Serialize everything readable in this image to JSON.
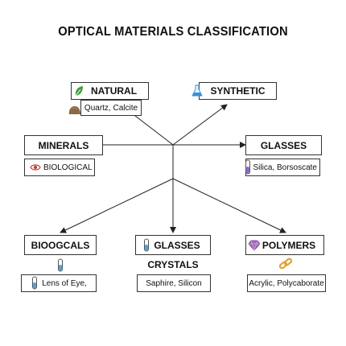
{
  "title": "OPTICAL MATERIALS CLASSIFICATION",
  "nodes": {
    "natural": {
      "label": "NATURAL",
      "example": "Quartz, Calcite"
    },
    "synthetic": {
      "label": "SYNTHETIC"
    },
    "minerals": {
      "label": "MINERALS",
      "subitem": "BIOLOGICAL"
    },
    "glasses_right": {
      "label": "GLASSES",
      "example": "Silica, Borsoscate"
    },
    "bioogcals": {
      "label": "BIOOGCALS",
      "example": "Lens of Eye,"
    },
    "glasses_bottom": {
      "label": "GLASSES",
      "sublabel": "CRYSTALS",
      "example": "Saphire, Silicon"
    },
    "polymers": {
      "label": "POLYMERS",
      "example": "Acrylic, Polycaborate"
    }
  },
  "icons": {
    "natural": "leaf-icon",
    "natural_example": "rock-icon",
    "synthetic": "flask-icon",
    "minerals_sub": "eye-icon",
    "glasses_right_example": "test-tube-icon",
    "bioogcals": "test-tube-icon",
    "bioogcals_example": "test-tube-icon",
    "glasses_bottom": "test-tube-icon",
    "polymers": "gem-icon",
    "polymers_example": "chain-link-icon"
  },
  "colors": {
    "line": "#222222",
    "leaf": "#3e9b3a",
    "rock": "#8a6a45",
    "flask": "#3a8fd8",
    "eye": "#c0392b",
    "tube": "#4aa7e0",
    "tube_purple": "#8e6cc4",
    "gem": "#8e44ad",
    "chain": "#e0a238"
  }
}
